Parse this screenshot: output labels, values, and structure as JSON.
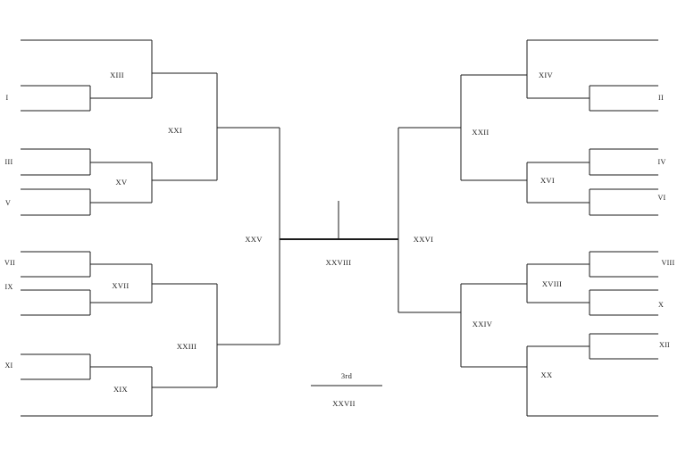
{
  "diagram": {
    "kind": "single-elimination-tournament-bracket",
    "line_color": "#1b1b1b",
    "background": "#ffffff",
    "text_color": "#222222"
  },
  "seeds": {
    "left": [
      {
        "id": "seed-1",
        "label": "I"
      },
      {
        "id": "seed-3",
        "label": "III"
      },
      {
        "id": "seed-5",
        "label": "V"
      },
      {
        "id": "seed-7",
        "label": "VII"
      },
      {
        "id": "seed-9",
        "label": "IX"
      },
      {
        "id": "seed-11",
        "label": "XI"
      }
    ],
    "right": [
      {
        "id": "seed-2",
        "label": "II"
      },
      {
        "id": "seed-4",
        "label": "IV"
      },
      {
        "id": "seed-6",
        "label": "VI"
      },
      {
        "id": "seed-8",
        "label": "VIII"
      },
      {
        "id": "seed-10",
        "label": "X"
      },
      {
        "id": "seed-12",
        "label": "XII"
      }
    ]
  },
  "matches": {
    "round1_left": [
      {
        "id": "match-13",
        "label": "XIII"
      },
      {
        "id": "match-15",
        "label": "XV"
      },
      {
        "id": "match-17",
        "label": "XVII"
      },
      {
        "id": "match-19",
        "label": "XIX"
      }
    ],
    "round1_right": [
      {
        "id": "match-14",
        "label": "XIV"
      },
      {
        "id": "match-16",
        "label": "XVI"
      },
      {
        "id": "match-18",
        "label": "XVIII"
      },
      {
        "id": "match-20",
        "label": "XX"
      }
    ],
    "quarterfinals_left": [
      {
        "id": "match-21",
        "label": "XXI"
      },
      {
        "id": "match-23",
        "label": "XXIII"
      }
    ],
    "quarterfinals_right": [
      {
        "id": "match-22",
        "label": "XXII"
      },
      {
        "id": "match-24",
        "label": "XXIV"
      }
    ],
    "semifinals": [
      {
        "id": "match-25",
        "label": "XXV"
      },
      {
        "id": "match-26",
        "label": "XXVI"
      }
    ],
    "final": {
      "id": "match-28",
      "label": "XXVIII"
    },
    "third_place": {
      "id": "match-27",
      "title": "3rd",
      "label": "XXVII"
    }
  }
}
